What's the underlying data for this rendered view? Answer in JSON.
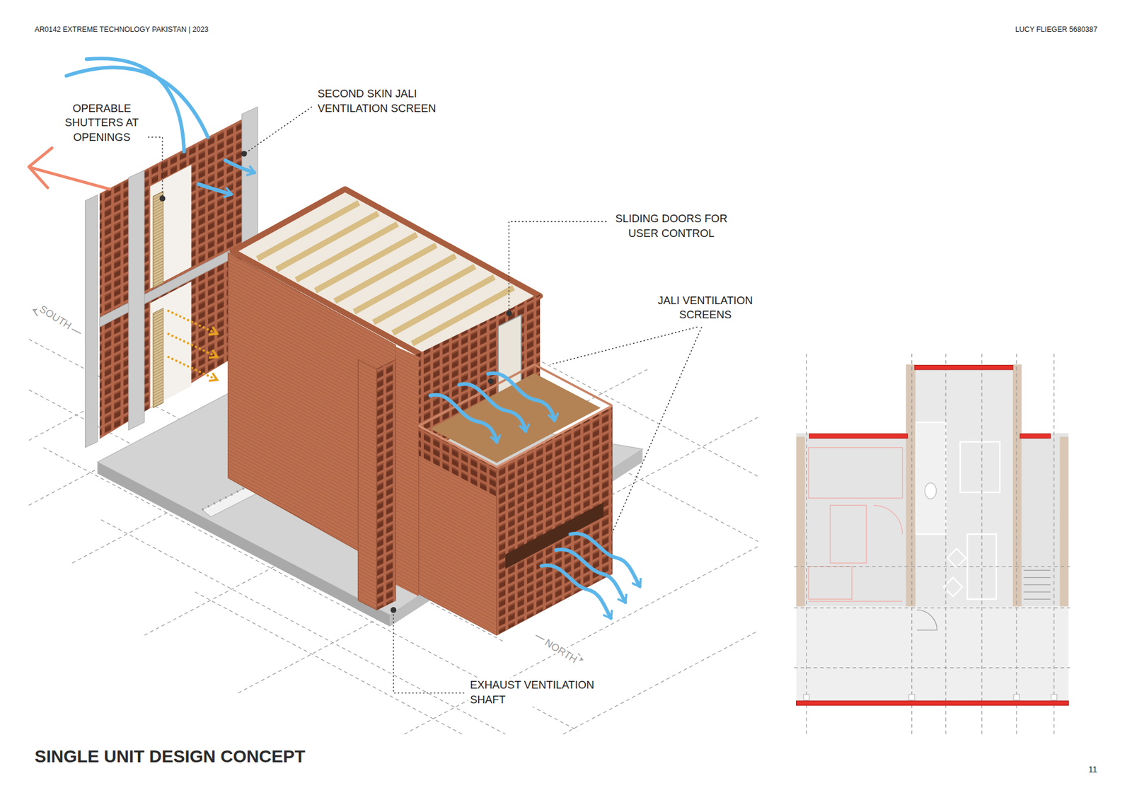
{
  "diagram": {
    "title": "SINGLE UNIT DESIGN CONCEPT",
    "labels": [
      "AR0142 EXTREME TECHNOLOGY PAKISTAN | 2023",
      "LUCY FLIEGER 5680387",
      "SECOND SKIN JALI VENTILATION SCREEN",
      "OPERABLE SHUTTERS AT OPENINGS",
      "SLIDING DOORS FOR USER CONTROL",
      "JALI VENTILATION SCREENS",
      "SOUTH",
      "NORTH",
      "EXHAUST VENTILATION SHAFT",
      "11"
    ]
  }
}
